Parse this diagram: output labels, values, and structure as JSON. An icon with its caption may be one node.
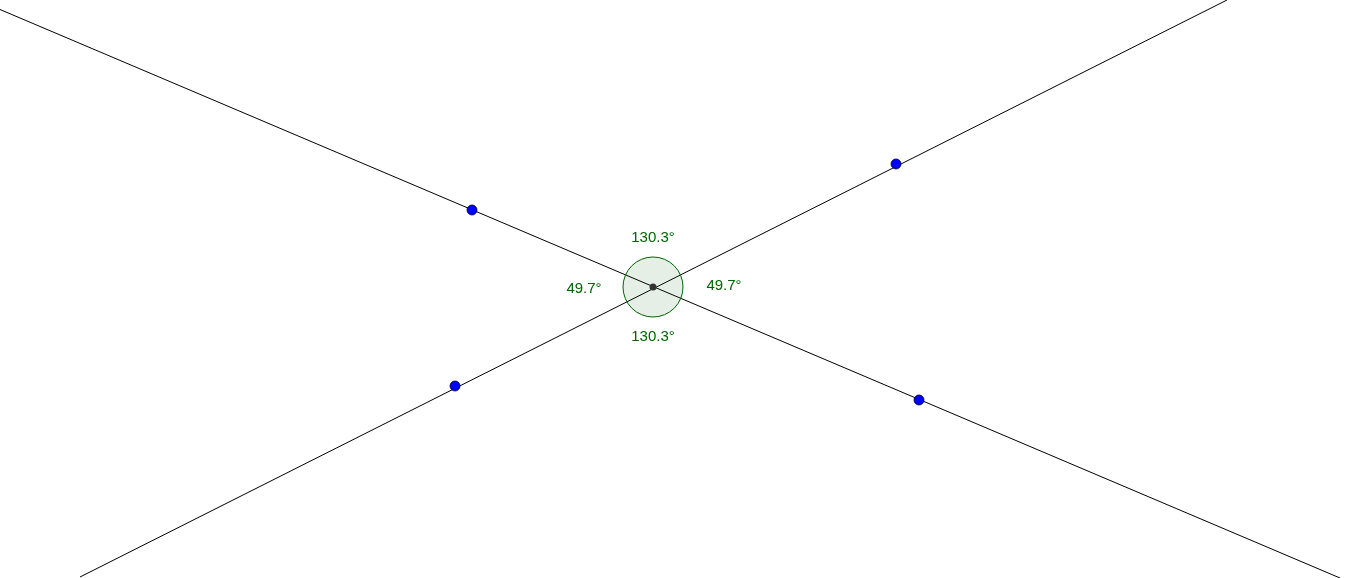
{
  "diagram": {
    "labels": [
      "130.3°",
      "49.7°",
      "49.7°",
      "130.3°"
    ]
  }
}
